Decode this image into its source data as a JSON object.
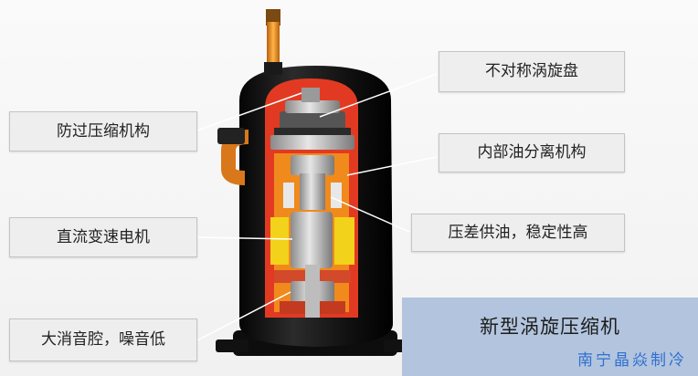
{
  "labels": {
    "scroll_plate": "不对称涡旋盘",
    "overpressure": "防过压缩机构",
    "oil_separation": "内部油分离机构",
    "dc_motor": "直流变速电机",
    "pressure_oil": "压差供油，稳定性高",
    "muffler": "大消音腔，噪音低"
  },
  "banner": {
    "title": "新型涡旋压缩机",
    "credit": "南宁晶焱制冷"
  },
  "colors": {
    "shell": "#141414",
    "cutaway_red": "#e23a22",
    "cutaway_orange": "#f08a1c",
    "motor_yellow": "#f2d21a",
    "pipe_orange": "#f2941e",
    "banner_bg": "#b3c5de",
    "credit_blue": "#2f6fd0"
  }
}
